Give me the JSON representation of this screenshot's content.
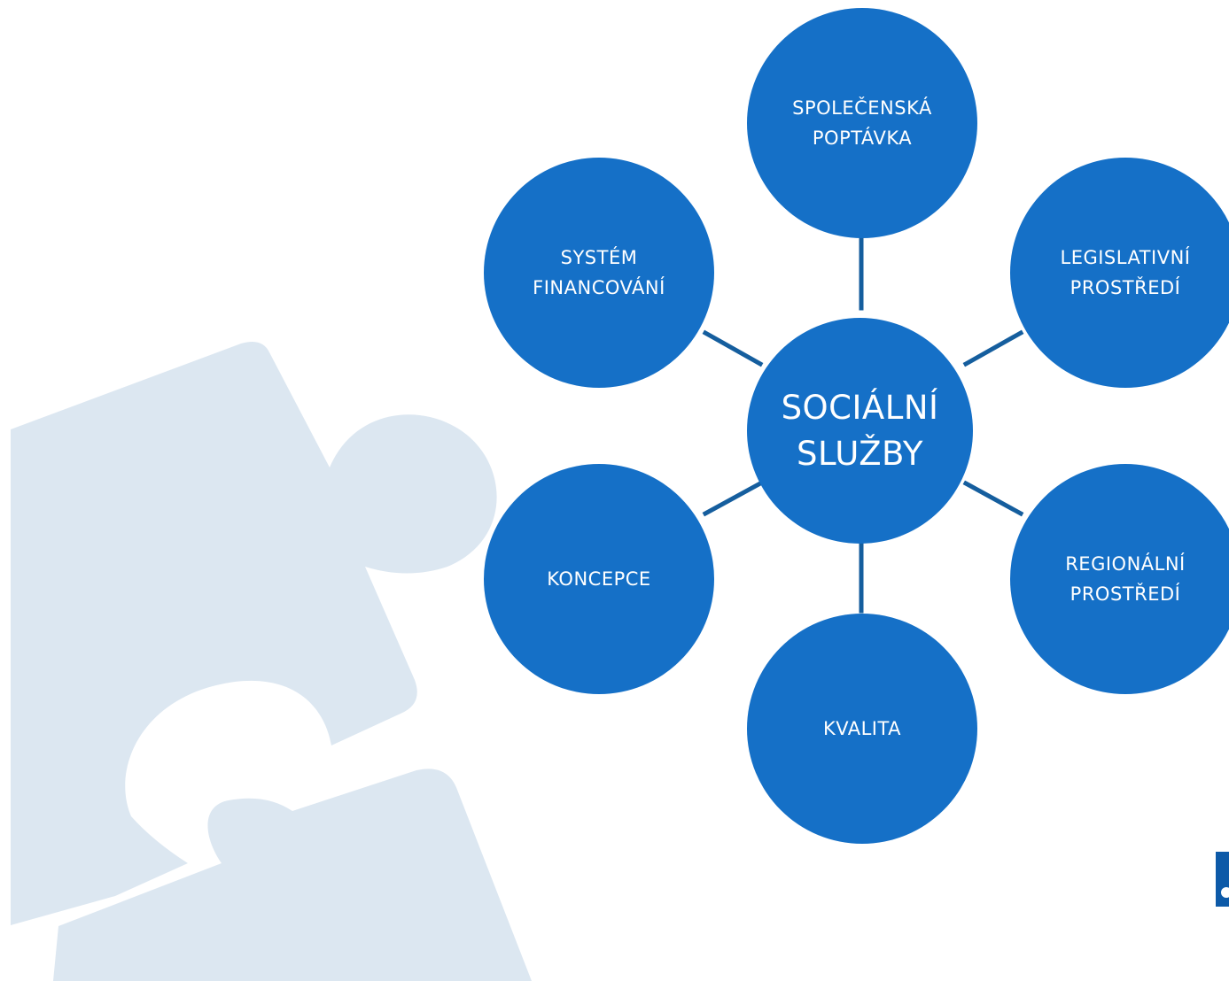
{
  "diagram": {
    "center": {
      "label": "SOCIÁLNÍ\nSLUŽBY"
    },
    "nodes": [
      {
        "id": "top",
        "label": "SPOLEČENSKÁ\nPOPTÁVKA"
      },
      {
        "id": "tr",
        "label": "LEGISLATIVNÍ\nPROSTŘEDÍ"
      },
      {
        "id": "br",
        "label": "REGIONÁLNÍ\nPROSTŘEDÍ"
      },
      {
        "id": "bottom",
        "label": "KVALITA"
      },
      {
        "id": "bl",
        "label": "KONCEPCE"
      },
      {
        "id": "tl",
        "label": "SYSTÉM\nFINANCOVÁNÍ"
      }
    ]
  },
  "colors": {
    "node_fill": "#1570c7",
    "connector": "#155e9e",
    "puzzle_fill": "#dce7f1",
    "background": "#ffffff"
  },
  "decor": {
    "background_graphic": "puzzle-piece",
    "corner_logo": "logo-mark"
  }
}
